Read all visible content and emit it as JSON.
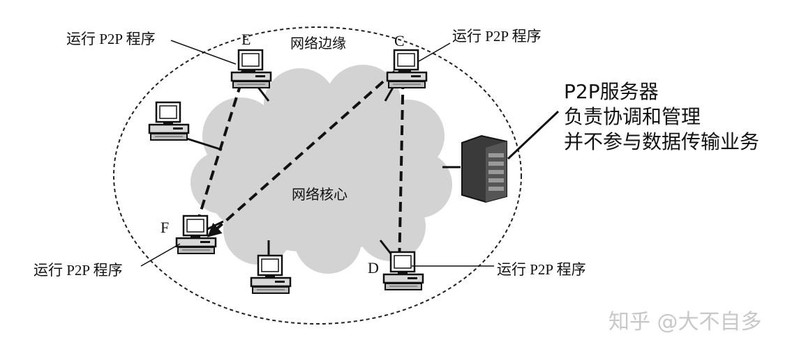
{
  "regions": {
    "edge": "网络边缘",
    "core": "网络核心"
  },
  "nodes": {
    "E": "E",
    "C": "C",
    "F": "F",
    "D": "D"
  },
  "peer_label": "运行 P2P 程序",
  "server": {
    "title": "P2P服务器",
    "line1": "负责协调和管理",
    "line2": "并不参与数据传输业务"
  },
  "watermark": "知乎 @大不自多"
}
